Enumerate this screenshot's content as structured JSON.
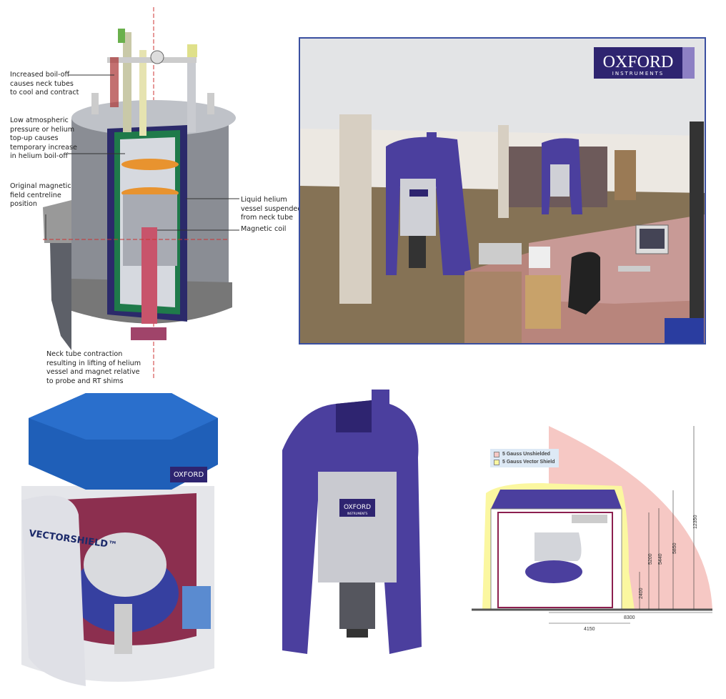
{
  "cryostat_labels": {
    "boil_off": "Increased boil-off\ncauses neck tubes\nto cool and contract",
    "pressure": "Low atmospheric\npressure or helium\ntop-up causes\ntemporary increase\nin helium boil-off",
    "centreline": "Original magnetic\nfield centreline\nposition",
    "vessel": "Liquid helium\nvessel suspended\nfrom neck tube",
    "coil": "Magnetic coil",
    "contraction": "Neck tube contraction\nresulting in lifting of helium\nvessel and magnet relative\nto probe and RT shims"
  },
  "logo": {
    "name": "OXFORD",
    "sub": "INSTRUMENTS"
  },
  "vectorshield": "VECTORSHIELD™",
  "field_diagram": {
    "legend": [
      "5 Gauss Unshielded",
      "5 Gauss Vector Shield"
    ],
    "legend_colors": [
      "#f6c8c4",
      "#fbf7a0"
    ],
    "heights": [
      "2400",
      "5200",
      "5440",
      "5850",
      "12350"
    ],
    "widths": [
      "8300",
      "4150"
    ]
  },
  "colors": {
    "magnet_blue": "#4b3f9e",
    "room_border": "#3a4fa0"
  }
}
